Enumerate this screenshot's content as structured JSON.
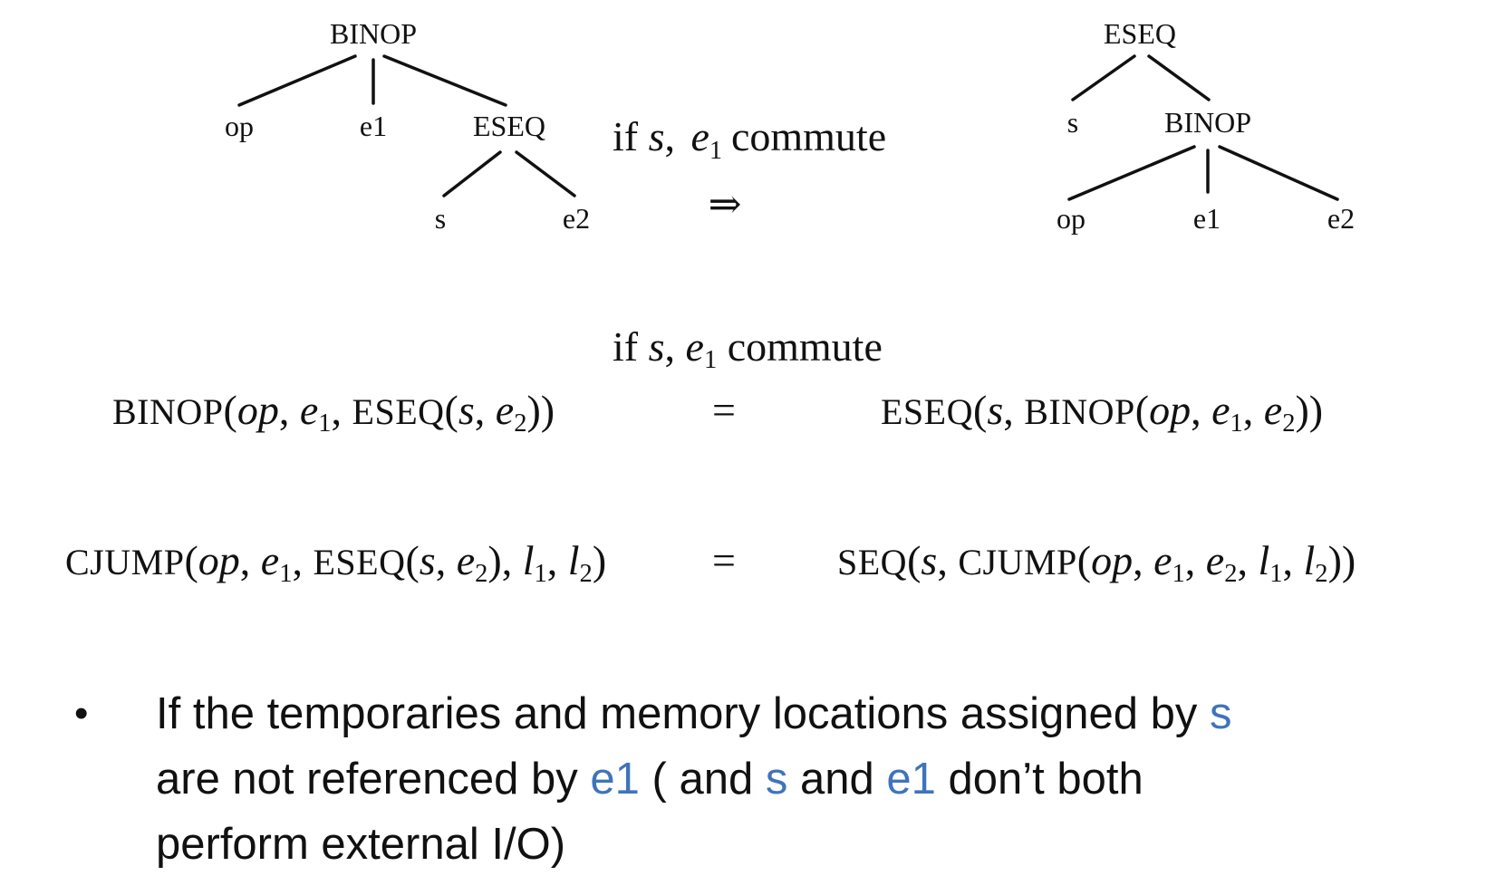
{
  "left_tree": {
    "root": "BINOP",
    "children": [
      "op",
      "e1",
      "ESEQ"
    ],
    "eseq_children": [
      "s",
      "e2"
    ]
  },
  "middle": {
    "condition_prefix": "if",
    "condition_s": "s",
    "condition_sep": ",",
    "condition_e": "e",
    "condition_sub": "1",
    "condition_suffix": "commute",
    "arrow": "⇒"
  },
  "right_tree": {
    "root": "ESEQ",
    "children": [
      "s",
      "BINOP"
    ],
    "binop_children": [
      "op",
      "e1",
      "e2"
    ]
  },
  "equation1": {
    "condition_prefix": "if",
    "condition_s": "s",
    "condition_e": "e",
    "condition_sub": "1",
    "condition_suffix": "commute",
    "lhs_binop": "BINOP",
    "lhs_op": "op",
    "lhs_e1": "e",
    "lhs_e1_sub": "1",
    "lhs_eseq": "ESEQ",
    "lhs_s": "s",
    "lhs_e2": "e",
    "lhs_e2_sub": "2",
    "equals": "=",
    "rhs_eseq": "ESEQ",
    "rhs_s": "s",
    "rhs_binop": "BINOP",
    "rhs_op": "op",
    "rhs_e1": "e",
    "rhs_e1_sub": "1",
    "rhs_e2": "e",
    "rhs_e2_sub": "2"
  },
  "equation2": {
    "lhs_cjump": "CJUMP",
    "lhs_op": "op",
    "lhs_e1": "e",
    "lhs_e1_sub": "1",
    "lhs_eseq": "ESEQ",
    "lhs_s": "s",
    "lhs_e2": "e",
    "lhs_e2_sub": "2",
    "lhs_l1": "l",
    "lhs_l1_sub": "1",
    "lhs_l2": "l",
    "lhs_l2_sub": "2",
    "equals": "=",
    "rhs_seq": "SEQ",
    "rhs_s": "s",
    "rhs_cjump": "CJUMP",
    "rhs_op": "op",
    "rhs_e1": "e",
    "rhs_e1_sub": "1",
    "rhs_e2": "e",
    "rhs_e2_sub": "2",
    "rhs_l1": "l",
    "rhs_l1_sub": "1",
    "rhs_l2": "l",
    "rhs_l2_sub": "2"
  },
  "bullet": {
    "dot": "•",
    "t1": "If the temporaries and memory locations assigned by ",
    "s1": "s",
    "t2": "are not referenced by ",
    "e1a": "e1",
    "t3": " ( and ",
    "s2": "s",
    "t4": " and ",
    "e1b": "e1",
    "t5": " don’t both",
    "t6": "perform external I/O)"
  },
  "colors": {
    "accent": "#3f74bb",
    "text": "#111111"
  }
}
